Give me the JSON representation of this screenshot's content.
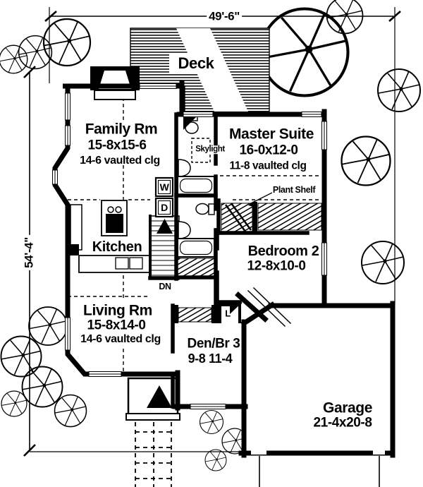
{
  "drawing_title": "House first floor plan",
  "dimensions": {
    "width_label": "49'-6\"",
    "depth_label": "54'-4\""
  },
  "rooms": {
    "deck": {
      "name": "Deck"
    },
    "family": {
      "name": "Family Rm",
      "size": "15-8x15-6",
      "ceiling": "14-6 vaulted clg"
    },
    "master": {
      "name": "Master Suite",
      "size": "16-0x12-0",
      "ceiling": "11-8 vaulted clg"
    },
    "bedroom2": {
      "name": "Bedroom 2",
      "size": "12-8x10-0"
    },
    "kitchen": {
      "name": "Kitchen"
    },
    "living": {
      "name": "Living Rm",
      "size": "15-8x14-0",
      "ceiling": "14-6 vaulted clg"
    },
    "den": {
      "name": "Den/Br 3",
      "size": "9-8 11-4"
    },
    "garage": {
      "name": "Garage",
      "size": "21-4x20-8"
    }
  },
  "annotations": {
    "skylight": "Skylight",
    "plant_shelf": "Plant Shelf",
    "stairs_down": "DN",
    "washer": "W",
    "dryer": "D",
    "linen": "L"
  },
  "colors": {
    "ink": "#000000",
    "paper": "#ffffff"
  }
}
